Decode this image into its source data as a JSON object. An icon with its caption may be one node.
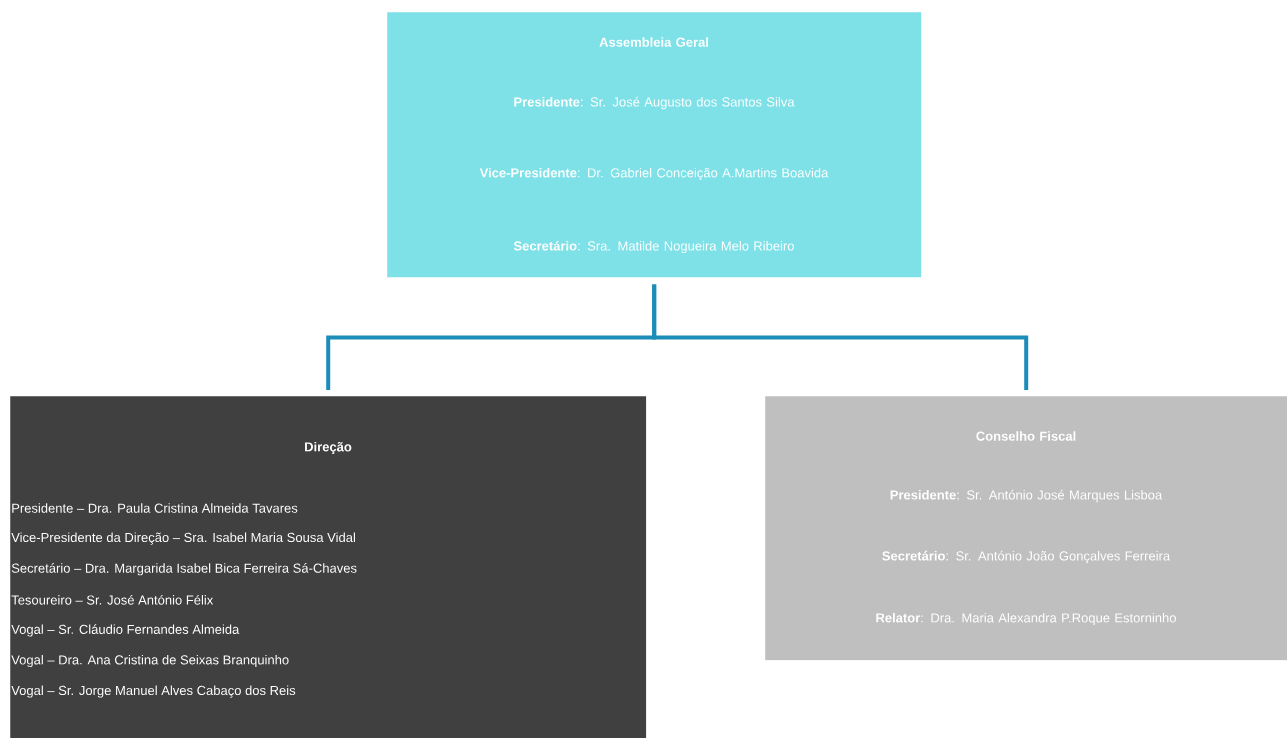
{
  "diagram": {
    "nodes": [
      {
        "text": [
          "Assembleia Geral",
          "**Presidente**: Sr. José Augusto dos Santos Silva",
          "**Vice-Presidente**: Dr. Gabriel Conceição A.Martins Boavida",
          "**Secretário**: Sra. Matilde Nogueira Melo Ribeiro"
        ]
      },
      {
        "text": [
          "Direção",
          "Presidente – Dra. Paula Cristina Almeida Tavares",
          "Vice-Presidente da Direção – Sra. Isabel Maria Sousa Vidal",
          "Secretário – Dra. Margarida Isabel Bica Ferreira Sá-Chaves",
          "Tesoureiro – Sr. José António Félix",
          "Vogal – Sr. Cláudio Fernandes Almeida",
          "Vogal – Dra. Ana Cristina de Seixas Branquinho",
          "Vogal – Sr. Jorge Manuel Alves Cabaço dos Reis"
        ]
      },
      {
        "text": [
          "Conselho Fiscal",
          "**Presidente**: Sr. António José Marques Lisboa",
          "**Secretário**: Sr. António João Gonçalves Ferreira",
          "**Relator**: Dra. Maria Alexandra P.Roque Estorninho"
        ]
      }
    ],
    "edges": [
      {
        "from": 0,
        "to": 1,
        "arrow": "none"
      },
      {
        "from": 0,
        "to": 2,
        "arrow": "none"
      }
    ]
  }
}
